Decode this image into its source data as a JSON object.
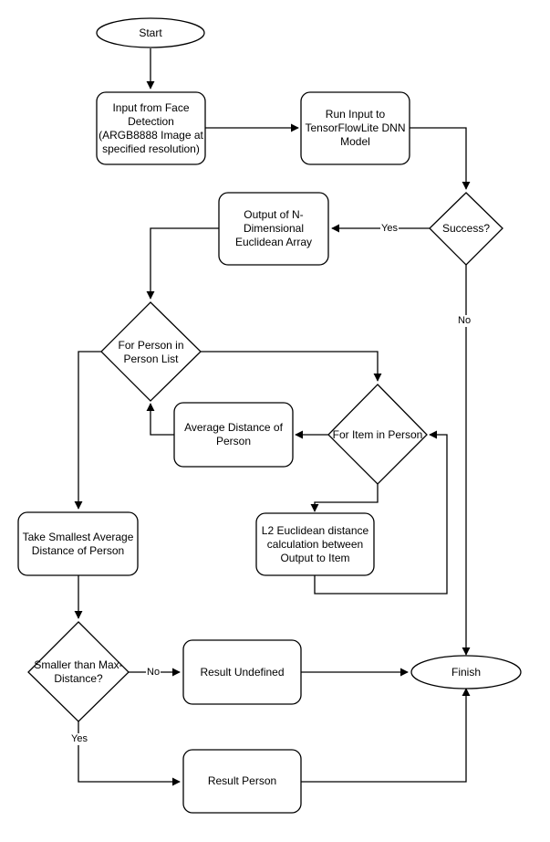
{
  "nodes": {
    "start": "Start",
    "input_face": "Input from Face\nDetection\n(ARGB8888 Image at\nspecified resolution)",
    "run_input": "Run Input to\nTensorFlowLite DNN\nModel",
    "success": "Success?",
    "output_array": "Output of N-\nDimensional\nEuclidean Array",
    "for_person": "For Person in\nPerson List",
    "for_item": "For Item in Person",
    "average_distance": "Average Distance of\nPerson",
    "l2_distance": "L2 Euclidean distance\ncalculation between\nOutput to Item",
    "take_smallest": "Take Smallest Average\nDistance of Person",
    "smaller_than_max": "Smaller than Max-\nDistance?",
    "result_undefined": "Result Undefined",
    "result_person": "Result Person",
    "finish": "Finish"
  },
  "edge_labels": {
    "yes_success": "Yes",
    "no_success": "No",
    "no_smaller": "No",
    "yes_smaller": "Yes"
  },
  "colors": {
    "stroke": "#000000",
    "fill": "#ffffff",
    "background": "#ffffff"
  }
}
